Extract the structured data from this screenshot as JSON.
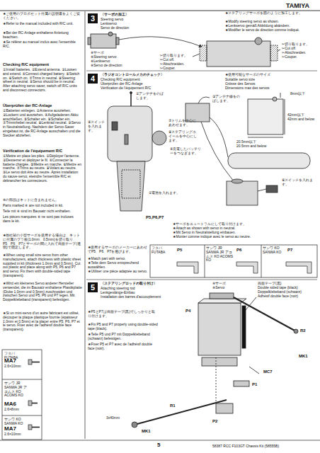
{
  "diagram": {
    "nodes": [
      {
        "text": [
          "3"
        ]
      },
      {
        "text": [
          "4"
        ]
      },
      {
        "text": [
          "5"
        ]
      }
    ],
    "labels": [
      "TAMIYA",
      "★ご使用のプロポセット付属の説明書をよくご覧ください。",
      "★Refer to the manual included with R/C unit.",
      "★Bei der RC-Anlage enthaltene Anleitung beachten.",
      "★Se référer au manuel inclus avec l'ensemble R/C.",
      "Checking R/C equipment",
      "①Install batteries. ②Extend antenna. ③Loosen and extend. ④Connect charged battery. ⑤Switch on. ⑥Switch on. ⑦Trims in neutral. ⑧Steering wheel in neutral. ⑨Servo should be in neutral. After attaching servo saver, switch off R/C units and disconnect connectors.",
      "Überprüfen der RC-Anlage",
      "①Batterien einlegen. ②Antenne ausziehen. ③Lockern und ausziehen. ④Aufgeladenen Akku anschließen. ⑤Schalter ein. ⑥Schalter ein. ⑦Trimmhebel neutral. ⑧Lenkrad neutral. ⑨Servo in Neutralstellung. Nachdem der Servo-Saver eingebaut ist, die RC-Anlage ausschalten und die Stecker abziehen.",
      "Vérification de l'équipement R/C",
      "①Mettre en place les piles. ②Déployer l'antenne. ③Desserrer et déployer le fil. ④Connecter la batterie chargée. ⑤Mettre en marche. ⑥Mettre en marche. ⑦Trims au neutre. ⑧Volant au neutre. ⑨Le servo doit être au neutre. Après installation du sauve-servo, éteindre l'ensemble R/C et débrancher les connecteurs.",
      "※の部品はキットに含まれません。",
      "Parts marked ※ are not included in kit.",
      "Teile mit ※ sind im Bausatz nicht enthalten.",
      "Les pièces marquées ※ ne sont pas incluses dans le kit.",
      "★他社製の小型サーボを使用する場合は、キットに付属のプラ板(1.0mm、0.5mm)を切り取り、P5、P6、P7とサーボの間に入れて両面テープ(透明)で固定します。",
      "★When using small size servo from other manufacturers, attach thickness with plastic sheet supplied in kit (thickness 1.0mm and 0.5mm). Cut out plastic and place along with P5, P6 and P7 and servo. Fix them with double-sided tape (transparent).",
      "★Wird ein kleineres Servo anderer Hersteller verwendet, die im Bausatz enthaltene Plastikplatte (Dicke 1,0mm und 0,5mm) zuschneiden und zwischen Servo und P5, P6 und P7 legen. Mit Doppelklebeband (transparent) befestigen.",
      "★Si un mini-servo d'un autre fabricant est utilisé, découper la plaque plastique fournie (épaisseur 1,0mm et 0,5mm) et la placer entre P5, P6, P7 et le servo. Fixer avec de l'adhésif double face (transparent).",
      "フタバ FUTABA",
      "MA7",
      "2.6×10mm",
      "サンワ JR SANWA JR アコムス KO ACOMS KO",
      "MA6",
      "2.6×8mm",
      "サンワ KO SANWA KO",
      "MA7",
      "2.6×10mm",
      "〈サーボの加工〉",
      "Steering servo",
      "Lenkservo",
      "Servo de direction",
      "★ステアリングサーボを図のように加工します。",
      "★Modify steering servo as shown.",
      "★Lenkservo gemäß Abbildung abändern.",
      "★Modifier le servo de direction comme indiqué.",
      "✂切り取ります。",
      "✂Cut off.",
      "✂Abschneiden.",
      "✂Couper.",
      "✂切り取ります。",
      "✂Cut off.",
      "✂Abschneiden.",
      "✂Couper.",
      "※サーボ",
      "※Steering servo",
      "※Lenkservo",
      "※Servo de direction",
      "〈ラジオコントロールメカのチェック〉",
      "Checking R/C equipment",
      "Überprüfen der RC-Anlage",
      "Vérification de l'équipement R/C",
      "★使用可能なサーボのサイズ",
      "Suitable servo size",
      "Grösse des Servos",
      "Dimensions max des servos",
      "8mm以下",
      "42mm以下",
      "42mm and below",
      "20.5mm以下",
      "20.5mm and below",
      "②アンテナをのばします。",
      "⑤スイッチを入れます。",
      "⑦トリムを中心にあわせます。",
      "⑧ステアリングホイールを中心にします。",
      "④充電したバッテリーをつなぎます。",
      "③アンテナ線をのばします。",
      "①電池を入れます。",
      "⑥スイッチを入れます。",
      "P5,P6,P7",
      "★サーボをニュートラルにして取り付けます。",
      "★Attach as shown with servo in neutral.",
      "★Mit Servo in Neutralstellung einbauen.",
      "★Monter comme indiqué avec le servo au neutre.",
      "★使用するサーボのメーカーにあわせてP5、P6、P7を選びます。",
      "★Match part with servo.",
      "★Teile dem Servo entsprechend auswählen.",
      "★Utiliser une pièce adaptée au servo.",
      "フタバ FUTABA",
      "P5",
      "サンワ JR SANWA JR アコムス KO ACOMS KO",
      "P6",
      "サンワ KO SANWA KO",
      "P7",
      "〈ステアリングロッドの取り付け〉",
      "Attaching steering rod",
      "Lenkgestänge-Einbau",
      "Installation des barres d'accouplement",
      "★P5とP7は両面テープ(黒)でしっかりと取り付けます。",
      "★Fix P5 and P7 properly using double-sided tape (black).",
      "★Teile P5 und P7 mit Doppelklebeband (schwarz) befestigen.",
      "★Fixer P5 et P7 avec de l'adhésif double face (noir).",
      "※サーボ",
      "※Servo",
      "両面テープ(黒)",
      "Double sided tape (black)",
      "Doppelklebeband (schwarz)",
      "Adhésif double face (noir)",
      "P4",
      "R2",
      "MK1",
      "MC7",
      "P1",
      "P2",
      "R1",
      "MK1",
      "3x40mm",
      "5",
      "58387 RCC F103GT Chassis Kit (58555B)"
    ]
  }
}
